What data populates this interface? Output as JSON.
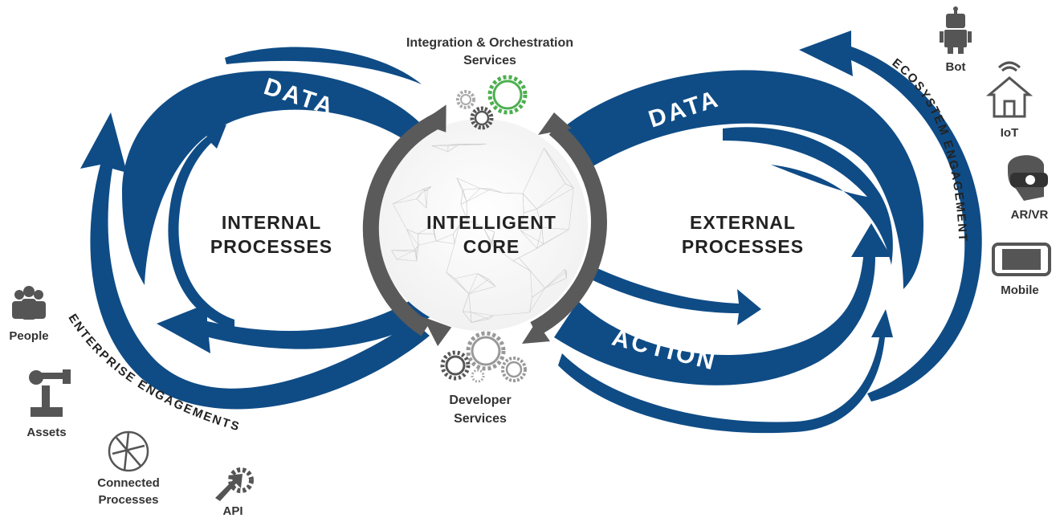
{
  "title": {
    "integration_line1": "Integration & Orchestration",
    "integration_line2": "Services",
    "developer_line1": "Developer",
    "developer_line2": "Services"
  },
  "core": {
    "line1": "INTELLIGENT",
    "line2": "CORE"
  },
  "internal": {
    "line1": "INTERNAL",
    "line2": "PROCESSES"
  },
  "external": {
    "line1": "EXTERNAL",
    "line2": "PROCESSES"
  },
  "bands": {
    "data_left": "DATA",
    "data_right": "DATA",
    "action": "ACTION"
  },
  "arcs": {
    "enterprise": "ENTERPRISE ENGAGEMENTS",
    "ecosystem": "ECOSYSTEM ENGAGEMENT"
  },
  "left_icons": [
    {
      "label": "People",
      "icon": "people-icon"
    },
    {
      "label": "Assets",
      "icon": "robot-arm-icon"
    },
    {
      "label_line1": "Connected",
      "label_line2": "Processes",
      "icon": "globe-network-icon"
    },
    {
      "label": "API",
      "icon": "api-gear-icon"
    }
  ],
  "right_icons": [
    {
      "label": "Bot",
      "icon": "bot-icon"
    },
    {
      "label": "IoT",
      "icon": "iot-house-icon"
    },
    {
      "label": "AR/VR",
      "icon": "vr-headset-icon"
    },
    {
      "label": "Mobile",
      "icon": "mobile-icon"
    }
  ],
  "colors": {
    "flow_blue": "#0f4c86",
    "core_gray": "#5a5a5a",
    "gear_green": "#4caf50",
    "gear_light": "#aaaaaa",
    "text_dark": "#222222"
  }
}
